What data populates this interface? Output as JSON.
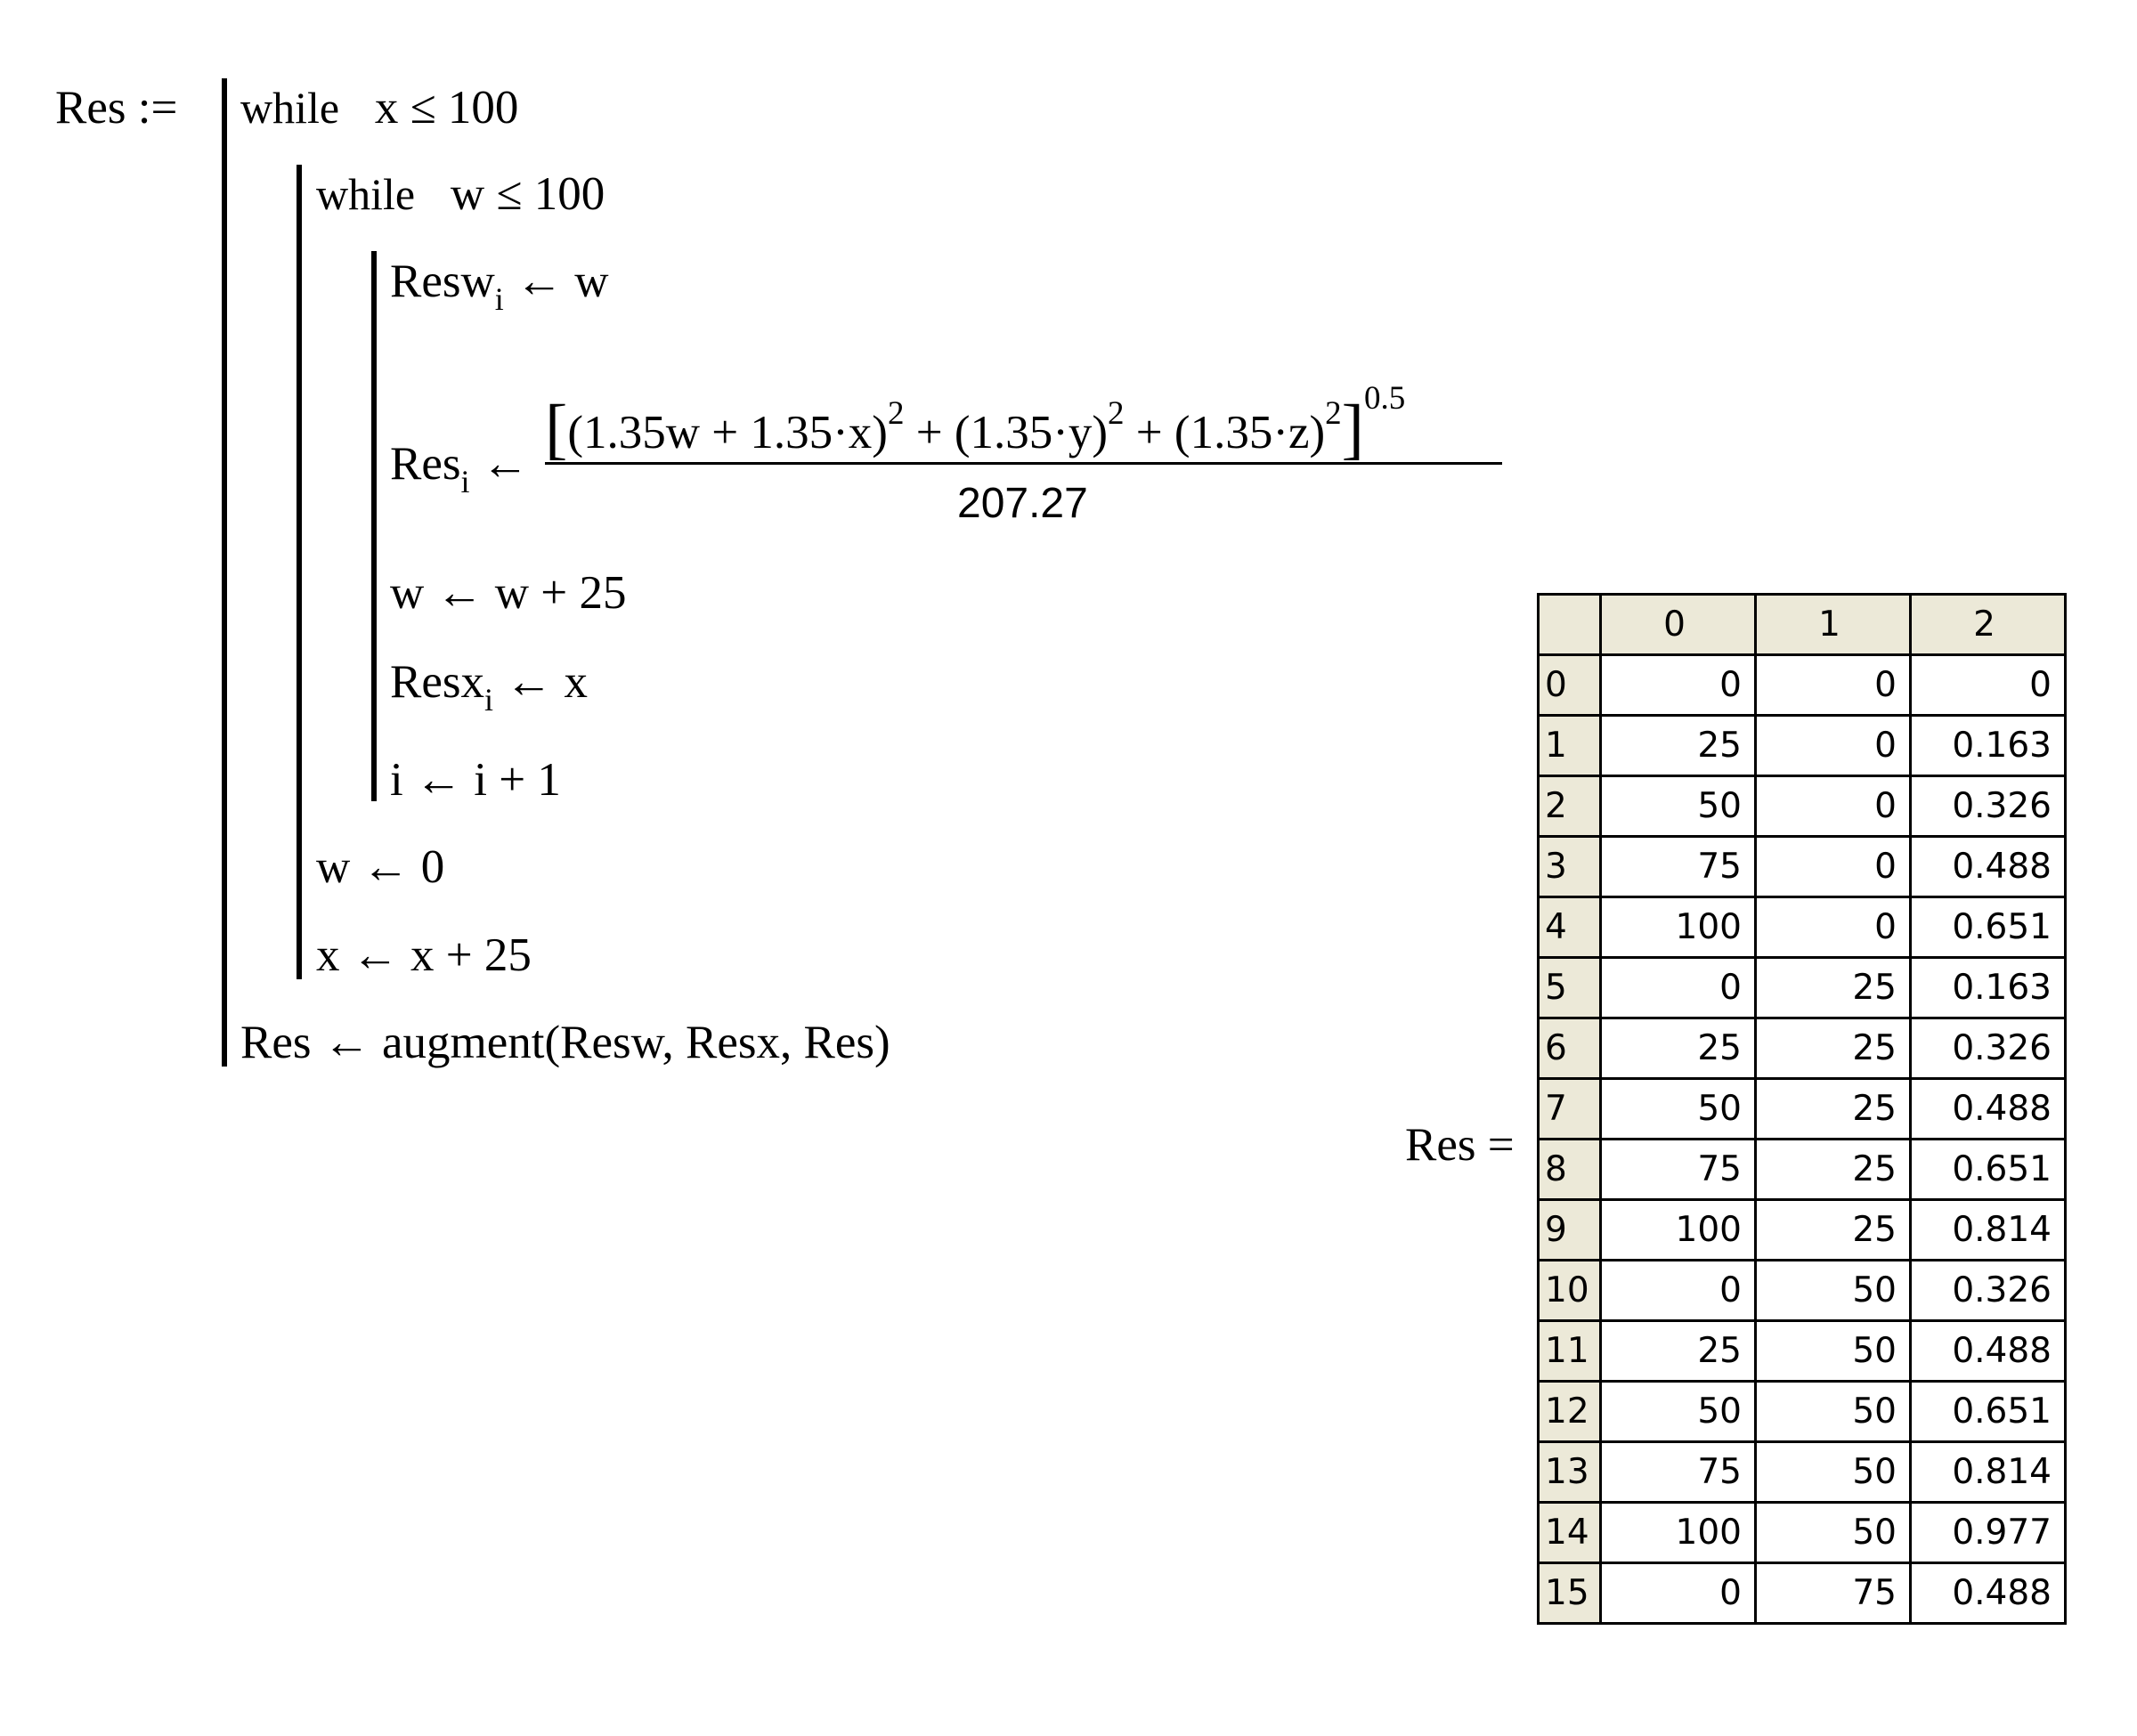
{
  "program": {
    "lhs": "Res :=",
    "outer_while": {
      "keyword": "while",
      "condition": "x ≤ 100"
    },
    "inner_while": {
      "keyword": "while",
      "condition": "w ≤ 100"
    },
    "stmt_resw": {
      "name": "Resw",
      "sub": "i",
      "rhs": "← w"
    },
    "stmt_res": {
      "name": "Res",
      "sub": "i",
      "arrow": "←",
      "num_bracket_open": "[",
      "num_part1": "(1.35w + 1.35·x)",
      "exp1": "2",
      "num_part2": " + (1.35·y)",
      "exp2": "2",
      "num_part3": " + (1.35·z)",
      "exp3": "2",
      "num_bracket_close": "]",
      "outer_exp": "0.5",
      "denominator": "207.27"
    },
    "stmt_w_inc": "w ← w + 25",
    "stmt_resx": {
      "name": "Resx",
      "sub": "i",
      "rhs": "← x"
    },
    "stmt_i_inc": "i ← i + 1",
    "stmt_w_reset": "w ← 0",
    "stmt_x_inc": "x ← x + 25",
    "stmt_augment": "Res ← augment(Resw, Resx, Res)"
  },
  "result": {
    "label": "Res =",
    "columns": [
      "0",
      "1",
      "2"
    ],
    "rows": [
      {
        "index": "0",
        "values": [
          "0",
          "0",
          "0"
        ]
      },
      {
        "index": "1",
        "values": [
          "25",
          "0",
          "0.163"
        ]
      },
      {
        "index": "2",
        "values": [
          "50",
          "0",
          "0.326"
        ]
      },
      {
        "index": "3",
        "values": [
          "75",
          "0",
          "0.488"
        ]
      },
      {
        "index": "4",
        "values": [
          "100",
          "0",
          "0.651"
        ]
      },
      {
        "index": "5",
        "values": [
          "0",
          "25",
          "0.163"
        ]
      },
      {
        "index": "6",
        "values": [
          "25",
          "25",
          "0.326"
        ]
      },
      {
        "index": "7",
        "values": [
          "50",
          "25",
          "0.488"
        ]
      },
      {
        "index": "8",
        "values": [
          "75",
          "25",
          "0.651"
        ]
      },
      {
        "index": "9",
        "values": [
          "100",
          "25",
          "0.814"
        ]
      },
      {
        "index": "10",
        "values": [
          "0",
          "50",
          "0.326"
        ]
      },
      {
        "index": "11",
        "values": [
          "25",
          "50",
          "0.488"
        ]
      },
      {
        "index": "12",
        "values": [
          "50",
          "50",
          "0.651"
        ]
      },
      {
        "index": "13",
        "values": [
          "75",
          "50",
          "0.814"
        ]
      },
      {
        "index": "14",
        "values": [
          "100",
          "50",
          "0.977"
        ]
      },
      {
        "index": "15",
        "values": [
          "0",
          "75",
          "0.488"
        ]
      }
    ]
  }
}
